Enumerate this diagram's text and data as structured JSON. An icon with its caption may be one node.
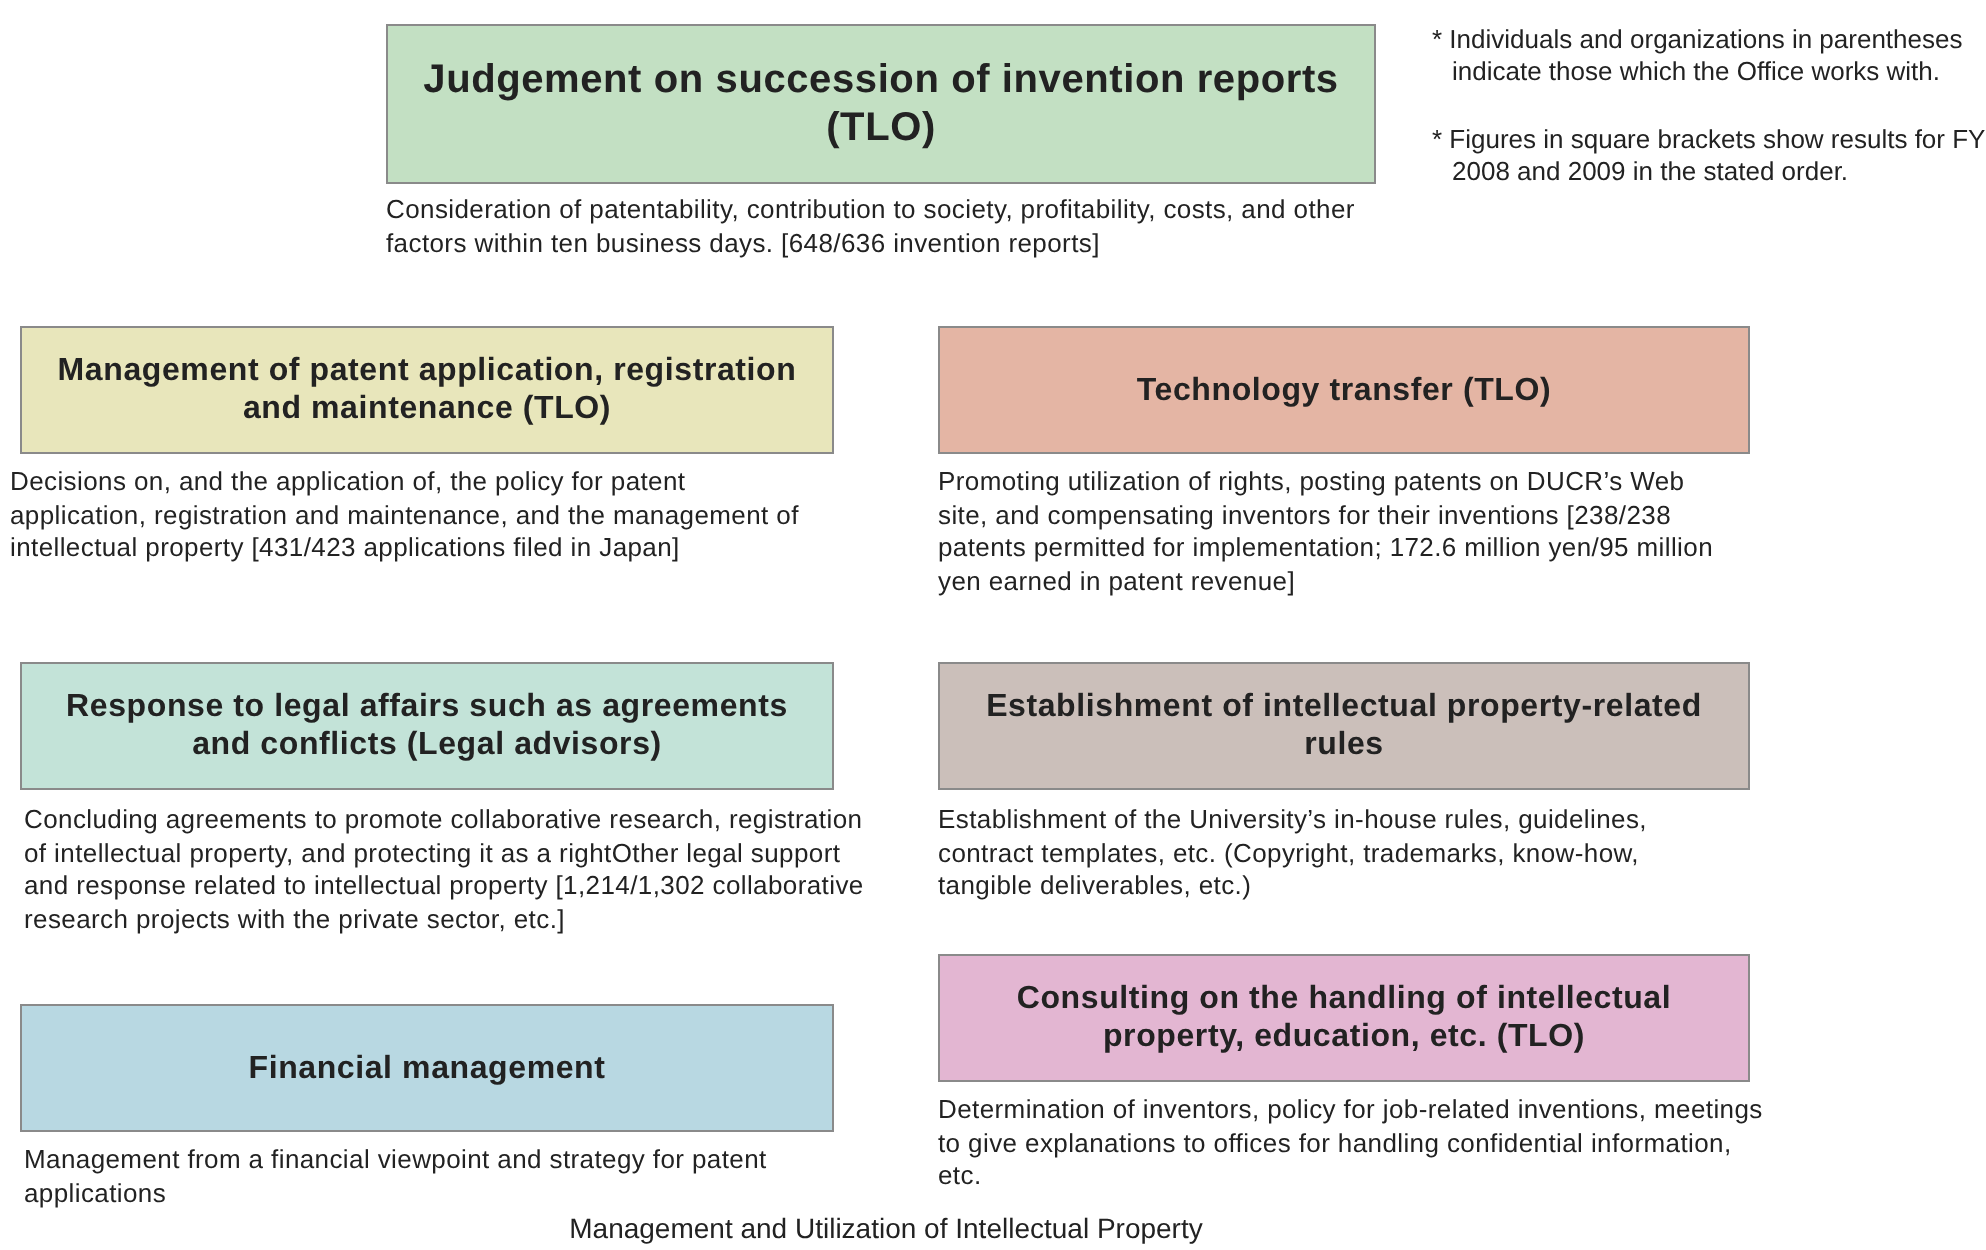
{
  "diagram": {
    "caption": "Management and Utilization of Intellectual Property",
    "nodes": [
      {
        "text": [
          "Judgement on succession of invention reports (TLO)"
        ],
        "beside": [
          "Consideration of patentability, contribution to society, profitability, costs, and other factors within ten business days. [648/636 invention reports]"
        ]
      },
      {
        "text": [
          "Management of patent application, registration and maintenance (TLO)"
        ],
        "beside": [
          "Decisions on, and the application of, the policy for patent application, registration and maintenance, and the management of intellectual property [431/423 applications filed in Japan]"
        ]
      },
      {
        "text": [
          "Technology transfer (TLO)"
        ],
        "beside": [
          "Promoting utilization of rights, posting patents on DUCR’s Web site, and compensating inventors for their inventions [238/238 patents permitted for implementation; 172.6 million yen/95 million yen earned in patent revenue]"
        ]
      },
      {
        "text": [
          "Response to legal affairs such as agreements and conflicts (Legal advisors)"
        ],
        "beside": [
          "Concluding agreements to promote collaborative research, registration of intellectual property, and protecting it as a rightOther legal support and response related to intellectual property [1,214/1,302 collaborative research projects with the private sector, etc.]"
        ]
      },
      {
        "text": [
          "Establishment of intellectual property-related rules"
        ],
        "beside": [
          "Establishment of the University’s in-house rules, guidelines, contract templates, etc. (Copyright, trademarks, know-how, tangible deliverables, etc.)"
        ]
      },
      {
        "text": [
          "Financial management"
        ],
        "beside": [
          "Management from a financial viewpoint and strategy for patent applications"
        ]
      },
      {
        "text": [
          "Consulting on the handling of intellectual property, education, etc. (TLO)"
        ],
        "beside": [
          "Determination of inventors, policy for job-related inventions, meetings to give explanations to offices for handling confidential information, etc."
        ]
      }
    ],
    "labels": [
      "* Individuals and organizations in parentheses indicate those which the Office works with.",
      "* Figures in square brackets show results for FY 2008 and 2009 in the stated order."
    ]
  }
}
